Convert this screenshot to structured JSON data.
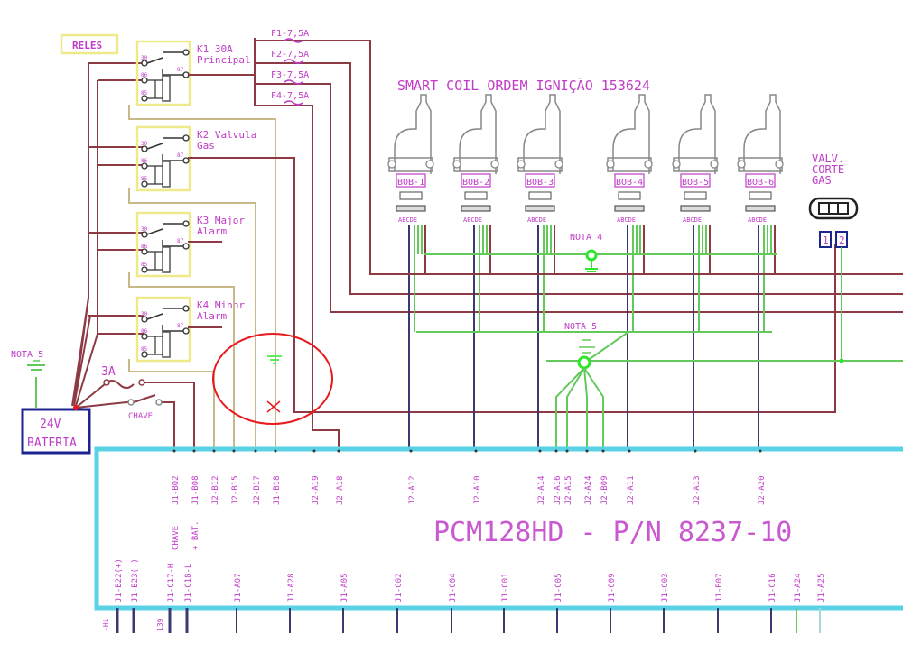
{
  "title": "Relés / Smart Coil / PCM128HD wiring schematic",
  "colors": {
    "label": "#c03cc8",
    "wire_red": "#8e3a45",
    "wire_tan": "#c9b98a",
    "wire_green": "#62c95a",
    "wire_blue": "#3a3a70",
    "pcm_border": "#5ad2e6",
    "battery_border": "#1c2490",
    "highlight": "#e8191c",
    "relay_box": "#efe98a"
  },
  "reles": {
    "title": "RELES",
    "relays": [
      {
        "id": "K1",
        "line1": "K1 30A",
        "line2": "Principal"
      },
      {
        "id": "K2",
        "line1": "K2 Valvula",
        "line2": "Gas"
      },
      {
        "id": "K3",
        "line1": "K3 Major",
        "line2": "Alarm"
      },
      {
        "id": "K4",
        "line1": "K4 Minor",
        "line2": "Alarm"
      }
    ],
    "pins": [
      "30",
      "87",
      "86",
      "85"
    ]
  },
  "fuses": [
    "F1-7,5A",
    "F2-7,5A",
    "F3-7,5A",
    "F4-7,5A"
  ],
  "coils": {
    "title": "SMART COIL   ORDEM IGNIÇÃO 153624",
    "items": [
      "BOB-1",
      "BOB-2",
      "BOB-3",
      "BOB-4",
      "BOB-5",
      "BOB-6"
    ],
    "pin_label": "ABCDE"
  },
  "valve": {
    "line1": "VALV.",
    "line2": "CORTE",
    "line3": "GAS",
    "pins": [
      "1",
      "2"
    ]
  },
  "notes": {
    "nota4": "NOTA 4",
    "nota5": "NOTA 5",
    "nota5_left": "NOTA 5"
  },
  "battery": {
    "line1": "24V",
    "line2": "BATERIA"
  },
  "fuse_3a": "3A",
  "switch": "CHAVE",
  "pcm": {
    "title": "PCM128HD - P/N 8237-10",
    "top_pins": [
      {
        "label": "J1-B02",
        "prefix": "CHAVE"
      },
      {
        "label": "J1-B08",
        "prefix": "+ BAT."
      },
      {
        "label": "J2-B12"
      },
      {
        "label": "J2-B15"
      },
      {
        "label": "J2-B17"
      },
      {
        "label": "J1-B18"
      },
      {
        "label": "J2-A19"
      },
      {
        "label": "J2-A18"
      },
      {
        "label": "J2-A12"
      },
      {
        "label": "J2-A10"
      },
      {
        "label": "J2-A14"
      },
      {
        "label": "J2-A16"
      },
      {
        "label": "J2-A15"
      },
      {
        "label": "J2-A24"
      },
      {
        "label": "J2-B09"
      },
      {
        "label": "J2-A11"
      },
      {
        "label": "J2-A13"
      },
      {
        "label": "J2-A20"
      }
    ],
    "bottom_pins": [
      "J1-B22(+)",
      "J1-B23(-)",
      "J1-C17-H",
      "J1-C18-L",
      "J1-A07",
      "J1-A28",
      "J1-A05",
      "J1-C02",
      "J1-C04",
      "J1-C01",
      "J1-C05",
      "J1-C09",
      "J1-C03",
      "J1-B07",
      "J1-C16",
      "J1-A24",
      "J1-A25"
    ],
    "bottom_side_labels": [
      "-Hi",
      "139"
    ]
  },
  "annotation": {
    "type": "red-circle",
    "marks": [
      "ground-symbol",
      "x-mark"
    ]
  }
}
